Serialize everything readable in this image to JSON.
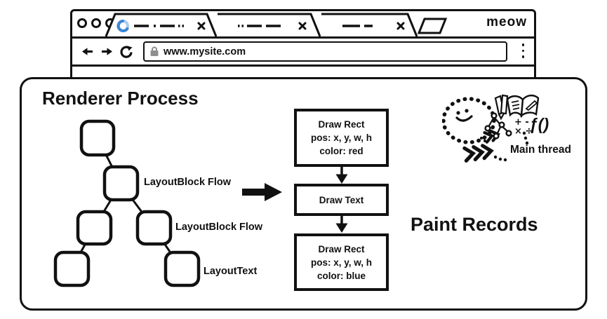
{
  "browser_window": {
    "logo_text": "meow",
    "icons": {
      "traffic_lights": "three-outline-circles",
      "tab1_state": "loading-spinner",
      "tab_close": "x-glyph",
      "new_tab": "parallelogram",
      "nav": [
        "back-arrow",
        "forward-arrow",
        "reload"
      ],
      "url_lock": "padlock",
      "menu": "three-dots-vertical"
    },
    "toolbar": {
      "url": "www.mysite.com"
    }
  },
  "renderer_process": {
    "title": "Renderer Process",
    "layout_tree": {
      "labels": [
        "LayoutBlock Flow",
        "LayoutBlock Flow",
        "LayoutText"
      ]
    },
    "paint_records": {
      "heading": "Paint Records",
      "boxes": [
        {
          "line1": "Draw Rect",
          "line2": "pos: x, y, w, h",
          "line3": "color: red"
        },
        {
          "line1": "Draw Text"
        },
        {
          "line1": "Draw Rect",
          "line2": "pos: x, y, w, h",
          "line3": "color: blue"
        }
      ]
    },
    "main_thread": {
      "label": "Main thread",
      "math_top": "+ -",
      "math_bottom": "× ÷",
      "function_glyph": "ƒ()"
    }
  },
  "colors": {
    "ink": "#111111",
    "spinner_blue": "#3e86d6",
    "spinner_track": "#a9cdf0",
    "lock_gray": "#8f8f8f"
  }
}
